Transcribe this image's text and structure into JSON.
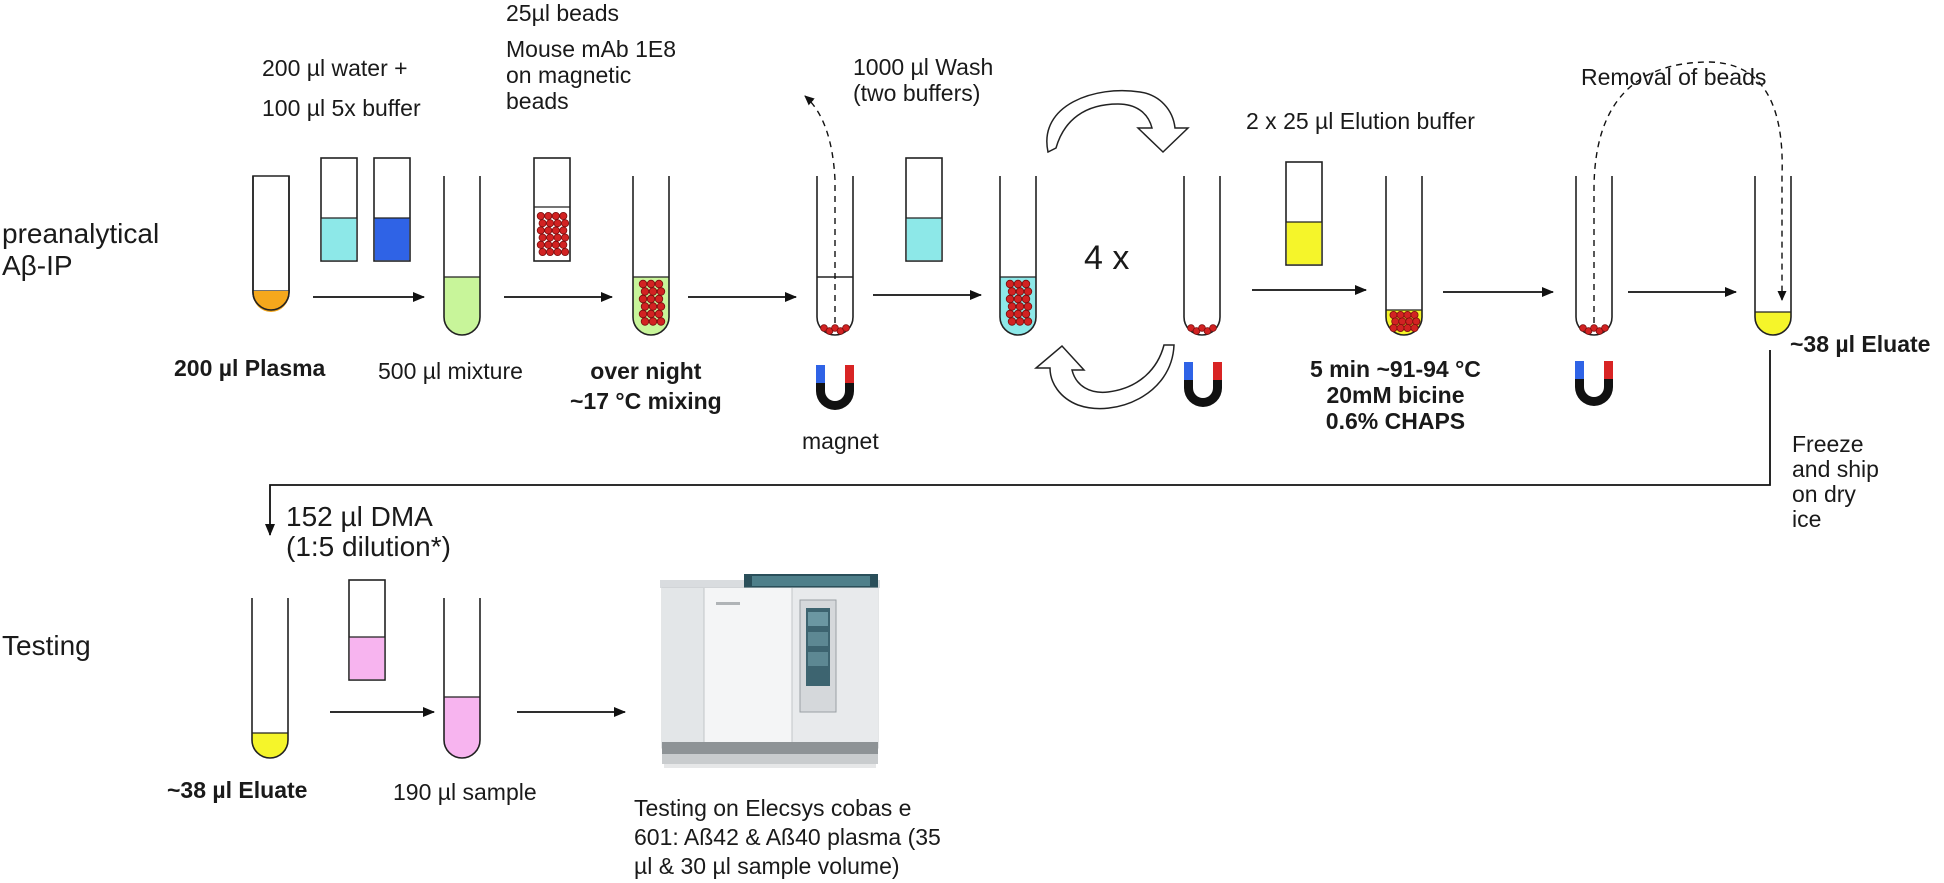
{
  "rows": {
    "preanalytical": "preanalytical\nAβ-IP",
    "testing": "Testing"
  },
  "steps": {
    "plasma": "200 µl Plasma",
    "water_buffer": "200 µl water +\n100 µl 5x buffer",
    "mixture": "500 µl mixture",
    "beads_amount": "25µl beads",
    "beads_desc": "Mouse mAb 1E8\non magnetic\nbeads",
    "incubation": "over night\n~17 °C mixing",
    "wash": "1000 µl Wash\n(two buffers)",
    "magnet": "magnet",
    "repeat": "4 x",
    "elution_buffer": "2 x 25 µl Elution  buffer",
    "elution_conditions": "5 min ~91-94 °C\n20mM bicine\n0.6% CHAPS",
    "removal": "Removal of beads",
    "eluate_top": "~38 µl Eluate",
    "ship": "Freeze\nand ship\non dry\nice",
    "dma": "152 µl DMA\n(1:5 dilution*)",
    "eluate_bottom": "~38 µl Eluate",
    "sample": "190 µl sample",
    "testing_desc": "Testing on Elecsys cobas e\n601: Aß42 & Aß40 plasma (35\nµl & 30 µl sample volume)"
  },
  "colors": {
    "plasma": "#f5a81c",
    "water": "#8de8e8",
    "buffer": "#2f63e6",
    "mixture": "#c8f59a",
    "bead": "#d22222",
    "elution": "#f5f52a",
    "eluate": "#f5f52a",
    "dma": "#f7b4ef",
    "sample": "#f7b4ef",
    "magnet_blue": "#2f63e6",
    "magnet_red": "#d82424",
    "magnet_body": "#111111"
  },
  "icons": [
    "magnet-icon",
    "analyzer-icon",
    "rotate-arrow-icon"
  ]
}
